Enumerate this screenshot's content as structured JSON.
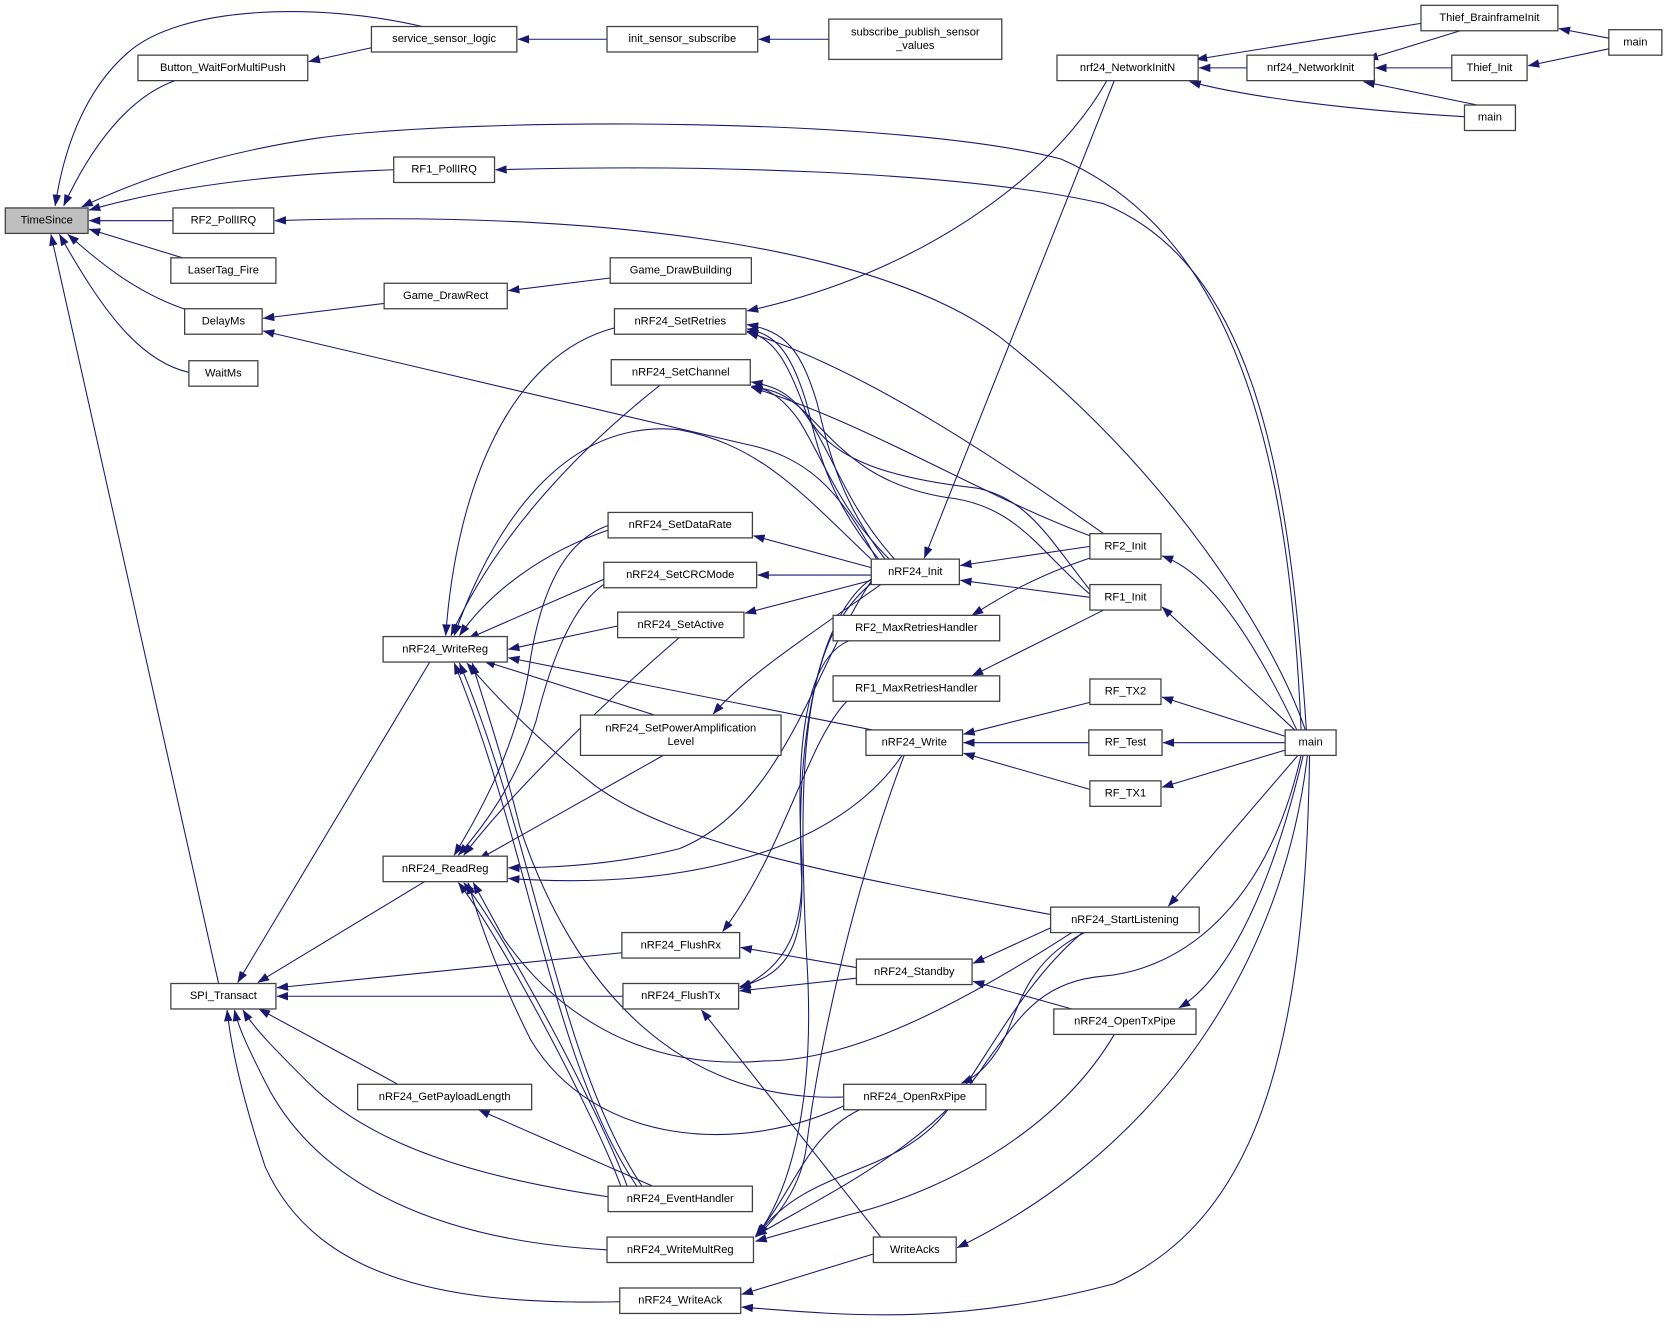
{
  "graph": {
    "kind": "caller-graph",
    "root": "TimeSince",
    "colors": {
      "edge": "#191970",
      "node_border": "#404040",
      "node_fill": "#ffffff",
      "root_fill": "#bfbfbf"
    },
    "nodes": [
      {
        "id": "TimeSince",
        "label": [
          "TimeSince"
        ],
        "highlighted": true
      },
      {
        "id": "Button_WaitForMultiPush",
        "label": [
          "Button_WaitForMultiPush"
        ]
      },
      {
        "id": "service_sensor_logic",
        "label": [
          "service_sensor_logic"
        ]
      },
      {
        "id": "init_sensor_subscribe",
        "label": [
          "init_sensor_subscribe"
        ]
      },
      {
        "id": "subscribe_publish_sensor_values",
        "label": [
          "subscribe_publish_sensor",
          "_values"
        ]
      },
      {
        "id": "RF1_PollIRQ",
        "label": [
          "RF1_PollIRQ"
        ]
      },
      {
        "id": "RF2_PollIRQ",
        "label": [
          "RF2_PollIRQ"
        ]
      },
      {
        "id": "LaserTag_Fire",
        "label": [
          "LaserTag_Fire"
        ]
      },
      {
        "id": "DelayMs",
        "label": [
          "DelayMs"
        ]
      },
      {
        "id": "Game_DrawRect",
        "label": [
          "Game_DrawRect"
        ]
      },
      {
        "id": "Game_DrawBuilding",
        "label": [
          "Game_DrawBuilding"
        ]
      },
      {
        "id": "WaitMs",
        "label": [
          "WaitMs"
        ]
      },
      {
        "id": "nrf24_NetworkInitN",
        "label": [
          "nrf24_NetworkInitN"
        ]
      },
      {
        "id": "nrf24_NetworkInit",
        "label": [
          "nrf24_NetworkInit"
        ]
      },
      {
        "id": "Thief_BrainframeInit",
        "label": [
          "Thief_BrainframeInit"
        ]
      },
      {
        "id": "Thief_Init",
        "label": [
          "Thief_Init"
        ]
      },
      {
        "id": "main_mid",
        "label": [
          "main"
        ]
      },
      {
        "id": "main_top",
        "label": [
          "main"
        ]
      },
      {
        "id": "nRF24_SetRetries",
        "label": [
          "nRF24_SetRetries"
        ]
      },
      {
        "id": "nRF24_SetChannel",
        "label": [
          "nRF24_SetChannel"
        ]
      },
      {
        "id": "nRF24_SetDataRate",
        "label": [
          "nRF24_SetDataRate"
        ]
      },
      {
        "id": "nRF24_SetCRCMode",
        "label": [
          "nRF24_SetCRCMode"
        ]
      },
      {
        "id": "nRF24_SetActive",
        "label": [
          "nRF24_SetActive"
        ]
      },
      {
        "id": "nRF24_WriteReg",
        "label": [
          "nRF24_WriteReg"
        ]
      },
      {
        "id": "nRF24_SetPowerAmplificationLevel",
        "label": [
          "nRF24_SetPowerAmplification",
          "Level"
        ]
      },
      {
        "id": "nRF24_Init",
        "label": [
          "nRF24_Init"
        ]
      },
      {
        "id": "RF2_MaxRetriesHandler",
        "label": [
          "RF2_MaxRetriesHandler"
        ]
      },
      {
        "id": "RF1_MaxRetriesHandler",
        "label": [
          "RF1_MaxRetriesHandler"
        ]
      },
      {
        "id": "nRF24_Write",
        "label": [
          "nRF24_Write"
        ]
      },
      {
        "id": "RF2_Init",
        "label": [
          "RF2_Init"
        ]
      },
      {
        "id": "RF1_Init",
        "label": [
          "RF1_Init"
        ]
      },
      {
        "id": "RF_TX2",
        "label": [
          "RF_TX2"
        ]
      },
      {
        "id": "RF_Test",
        "label": [
          "RF_Test"
        ]
      },
      {
        "id": "RF_TX1",
        "label": [
          "RF_TX1"
        ]
      },
      {
        "id": "main_bottom",
        "label": [
          "main"
        ]
      },
      {
        "id": "nRF24_ReadReg",
        "label": [
          "nRF24_ReadReg"
        ]
      },
      {
        "id": "nRF24_FlushRx",
        "label": [
          "nRF24_FlushRx"
        ]
      },
      {
        "id": "nRF24_FlushTx",
        "label": [
          "nRF24_FlushTx"
        ]
      },
      {
        "id": "nRF24_StartListening",
        "label": [
          "nRF24_StartListening"
        ]
      },
      {
        "id": "nRF24_Standby",
        "label": [
          "nRF24_Standby"
        ]
      },
      {
        "id": "nRF24_OpenTxPipe",
        "label": [
          "nRF24_OpenTxPipe"
        ]
      },
      {
        "id": "SPI_Transact",
        "label": [
          "SPI_Transact"
        ]
      },
      {
        "id": "nRF24_GetPayloadLength",
        "label": [
          "nRF24_GetPayloadLength"
        ]
      },
      {
        "id": "nRF24_OpenRxPipe",
        "label": [
          "nRF24_OpenRxPipe"
        ]
      },
      {
        "id": "nRF24_EventHandler",
        "label": [
          "nRF24_EventHandler"
        ]
      },
      {
        "id": "nRF24_WriteMultReg",
        "label": [
          "nRF24_WriteMultReg"
        ]
      },
      {
        "id": "WriteAcks",
        "label": [
          "WriteAcks"
        ]
      },
      {
        "id": "nRF24_WriteAck",
        "label": [
          "nRF24_WriteAck"
        ]
      }
    ],
    "edges": [
      {
        "from": "service_sensor_logic",
        "to": "TimeSince"
      },
      {
        "from": "Button_WaitForMultiPush",
        "to": "TimeSince"
      },
      {
        "from": "main_bottom",
        "to": "TimeSince"
      },
      {
        "from": "RF1_PollIRQ",
        "to": "TimeSince"
      },
      {
        "from": "RF2_PollIRQ",
        "to": "TimeSince"
      },
      {
        "from": "LaserTag_Fire",
        "to": "TimeSince"
      },
      {
        "from": "DelayMs",
        "to": "TimeSince"
      },
      {
        "from": "WaitMs",
        "to": "TimeSince"
      },
      {
        "from": "SPI_Transact",
        "to": "TimeSince"
      },
      {
        "from": "service_sensor_logic",
        "to": "Button_WaitForMultiPush"
      },
      {
        "from": "init_sensor_subscribe",
        "to": "service_sensor_logic"
      },
      {
        "from": "subscribe_publish_sensor_values",
        "to": "init_sensor_subscribe"
      },
      {
        "from": "main_bottom",
        "to": "RF1_PollIRQ"
      },
      {
        "from": "main_bottom",
        "to": "RF2_PollIRQ"
      },
      {
        "from": "Game_DrawRect",
        "to": "DelayMs"
      },
      {
        "from": "Game_DrawBuilding",
        "to": "Game_DrawRect"
      },
      {
        "from": "nRF24_Init",
        "to": "DelayMs"
      },
      {
        "from": "nrf24_NetworkInitN",
        "to": "nRF24_SetRetries"
      },
      {
        "from": "nrf24_NetworkInitN",
        "to": "nRF24_Init"
      },
      {
        "from": "nrf24_NetworkInit",
        "to": "nrf24_NetworkInitN"
      },
      {
        "from": "Thief_BrainframeInit",
        "to": "nrf24_NetworkInitN"
      },
      {
        "from": "main_mid",
        "to": "nrf24_NetworkInitN"
      },
      {
        "from": "Thief_BrainframeInit",
        "to": "nrf24_NetworkInit"
      },
      {
        "from": "Thief_Init",
        "to": "nrf24_NetworkInit"
      },
      {
        "from": "main_mid",
        "to": "nrf24_NetworkInit"
      },
      {
        "from": "main_top",
        "to": "Thief_BrainframeInit"
      },
      {
        "from": "main_top",
        "to": "Thief_Init"
      },
      {
        "from": "nRF24_SetRetries",
        "to": "nRF24_WriteReg"
      },
      {
        "from": "nRF24_SetChannel",
        "to": "nRF24_WriteReg"
      },
      {
        "from": "nRF24_Init",
        "to": "nRF24_WriteReg"
      },
      {
        "from": "nRF24_SetDataRate",
        "to": "nRF24_WriteReg"
      },
      {
        "from": "nRF24_SetCRCMode",
        "to": "nRF24_WriteReg"
      },
      {
        "from": "nRF24_SetActive",
        "to": "nRF24_WriteReg"
      },
      {
        "from": "nRF24_SetPowerAmplificationLevel",
        "to": "nRF24_WriteReg"
      },
      {
        "from": "nRF24_Write",
        "to": "nRF24_WriteReg"
      },
      {
        "from": "nRF24_StartListening",
        "to": "nRF24_WriteReg"
      },
      {
        "from": "nRF24_EventHandler",
        "to": "nRF24_WriteReg"
      },
      {
        "from": "nRF24_OpenRxPipe",
        "to": "nRF24_WriteReg"
      },
      {
        "from": "nRF24_SetDataRate",
        "to": "nRF24_ReadReg"
      },
      {
        "from": "nRF24_SetCRCMode",
        "to": "nRF24_ReadReg"
      },
      {
        "from": "nRF24_SetActive",
        "to": "nRF24_ReadReg"
      },
      {
        "from": "nRF24_SetPowerAmplificationLevel",
        "to": "nRF24_ReadReg"
      },
      {
        "from": "nRF24_Init",
        "to": "nRF24_ReadReg"
      },
      {
        "from": "nRF24_Write",
        "to": "nRF24_ReadReg"
      },
      {
        "from": "nRF24_EventHandler",
        "to": "nRF24_ReadReg"
      },
      {
        "from": "nRF24_OpenRxPipe",
        "to": "nRF24_ReadReg"
      },
      {
        "from": "nRF24_StartListening",
        "to": "nRF24_ReadReg"
      },
      {
        "from": "nRF24_WriteReg",
        "to": "SPI_Transact"
      },
      {
        "from": "nRF24_ReadReg",
        "to": "SPI_Transact"
      },
      {
        "from": "nRF24_FlushRx",
        "to": "SPI_Transact"
      },
      {
        "from": "nRF24_FlushTx",
        "to": "SPI_Transact"
      },
      {
        "from": "nRF24_GetPayloadLength",
        "to": "SPI_Transact"
      },
      {
        "from": "nRF24_EventHandler",
        "to": "SPI_Transact"
      },
      {
        "from": "nRF24_WriteMultReg",
        "to": "SPI_Transact"
      },
      {
        "from": "nRF24_WriteAck",
        "to": "SPI_Transact"
      },
      {
        "from": "nRF24_EventHandler",
        "to": "nRF24_GetPayloadLength"
      },
      {
        "from": "nRF24_Init",
        "to": "nRF24_SetRetries"
      },
      {
        "from": "nRF24_Init",
        "to": "nRF24_SetChannel"
      },
      {
        "from": "RF2_Init",
        "to": "nRF24_SetRetries"
      },
      {
        "from": "RF2_Init",
        "to": "nRF24_SetChannel"
      },
      {
        "from": "RF1_Init",
        "to": "nRF24_SetRetries"
      },
      {
        "from": "RF1_Init",
        "to": "nRF24_SetChannel"
      },
      {
        "from": "nRF24_Init",
        "to": "nRF24_SetDataRate"
      },
      {
        "from": "nRF24_Init",
        "to": "nRF24_SetCRCMode"
      },
      {
        "from": "nRF24_Init",
        "to": "nRF24_SetActive"
      },
      {
        "from": "nRF24_Init",
        "to": "nRF24_SetPowerAmplificationLevel"
      },
      {
        "from": "RF2_Init",
        "to": "nRF24_Init"
      },
      {
        "from": "RF1_Init",
        "to": "nRF24_Init"
      },
      {
        "from": "RF2_Init",
        "to": "RF2_MaxRetriesHandler"
      },
      {
        "from": "RF1_Init",
        "to": "RF1_MaxRetriesHandler"
      },
      {
        "from": "main_bottom",
        "to": "RF2_Init"
      },
      {
        "from": "main_bottom",
        "to": "RF1_Init"
      },
      {
        "from": "main_bottom",
        "to": "RF_TX2"
      },
      {
        "from": "main_bottom",
        "to": "RF_Test"
      },
      {
        "from": "main_bottom",
        "to": "RF_TX1"
      },
      {
        "from": "RF_TX2",
        "to": "nRF24_Write"
      },
      {
        "from": "RF_Test",
        "to": "nRF24_Write"
      },
      {
        "from": "RF_TX1",
        "to": "nRF24_Write"
      },
      {
        "from": "main_bottom",
        "to": "nRF24_StartListening"
      },
      {
        "from": "main_bottom",
        "to": "nRF24_OpenTxPipe"
      },
      {
        "from": "main_bottom",
        "to": "nRF24_WriteMultReg"
      },
      {
        "from": "main_bottom",
        "to": "WriteAcks"
      },
      {
        "from": "main_bottom",
        "to": "nRF24_WriteAck"
      },
      {
        "from": "nRF24_OpenTxPipe",
        "to": "nRF24_WriteMultReg"
      },
      {
        "from": "nRF24_StartListening",
        "to": "nRF24_WriteMultReg"
      },
      {
        "from": "nRF24_OpenRxPipe",
        "to": "nRF24_WriteMultReg"
      },
      {
        "from": "nRF24_Write",
        "to": "nRF24_WriteMultReg"
      },
      {
        "from": "nRF24_Init",
        "to": "nRF24_WriteMultReg"
      },
      {
        "from": "WriteAcks",
        "to": "nRF24_WriteAck"
      },
      {
        "from": "WriteAcks",
        "to": "nRF24_FlushTx"
      },
      {
        "from": "nRF24_Standby",
        "to": "nRF24_FlushRx"
      },
      {
        "from": "nRF24_Standby",
        "to": "nRF24_FlushTx"
      },
      {
        "from": "nRF24_StartListening",
        "to": "nRF24_Standby"
      },
      {
        "from": "nRF24_OpenTxPipe",
        "to": "nRF24_Standby"
      },
      {
        "from": "nRF24_StartListening",
        "to": "nRF24_OpenRxPipe"
      },
      {
        "from": "RF2_MaxRetriesHandler",
        "to": "nRF24_FlushTx"
      },
      {
        "from": "RF1_MaxRetriesHandler",
        "to": "nRF24_FlushRx"
      },
      {
        "from": "nRF24_Init",
        "to": "nRF24_FlushTx"
      }
    ]
  }
}
